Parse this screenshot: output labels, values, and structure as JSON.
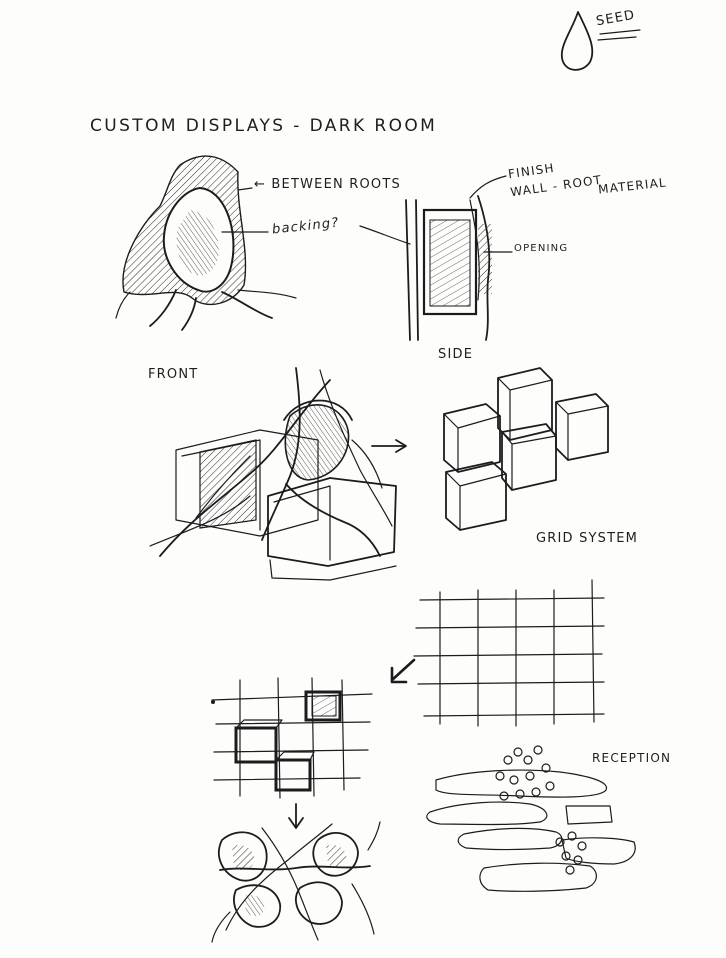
{
  "labels": {
    "seed": "SEED",
    "title": "CUSTOM DISPLAYS - DARK ROOM",
    "between_roots": "← BETWEEN ROOTS",
    "backing": "backing?",
    "finish": "FINISH",
    "wall_root": "WALL - ROOT",
    "material": "MATERIAL",
    "opening": "OPENING",
    "front": "FRONT",
    "side": "SIDE",
    "grid_system": "GRID SYSTEM",
    "reception": "RECEPTION"
  },
  "icons": {
    "seed": "seed-drop-icon",
    "arrow_right": "arrow-right-icon",
    "arrow_down_left": "arrow-down-left-icon",
    "arrow_down": "arrow-down-icon"
  },
  "colors": {
    "ink": "#1c1c1c",
    "paper": "#fdfdfc"
  }
}
